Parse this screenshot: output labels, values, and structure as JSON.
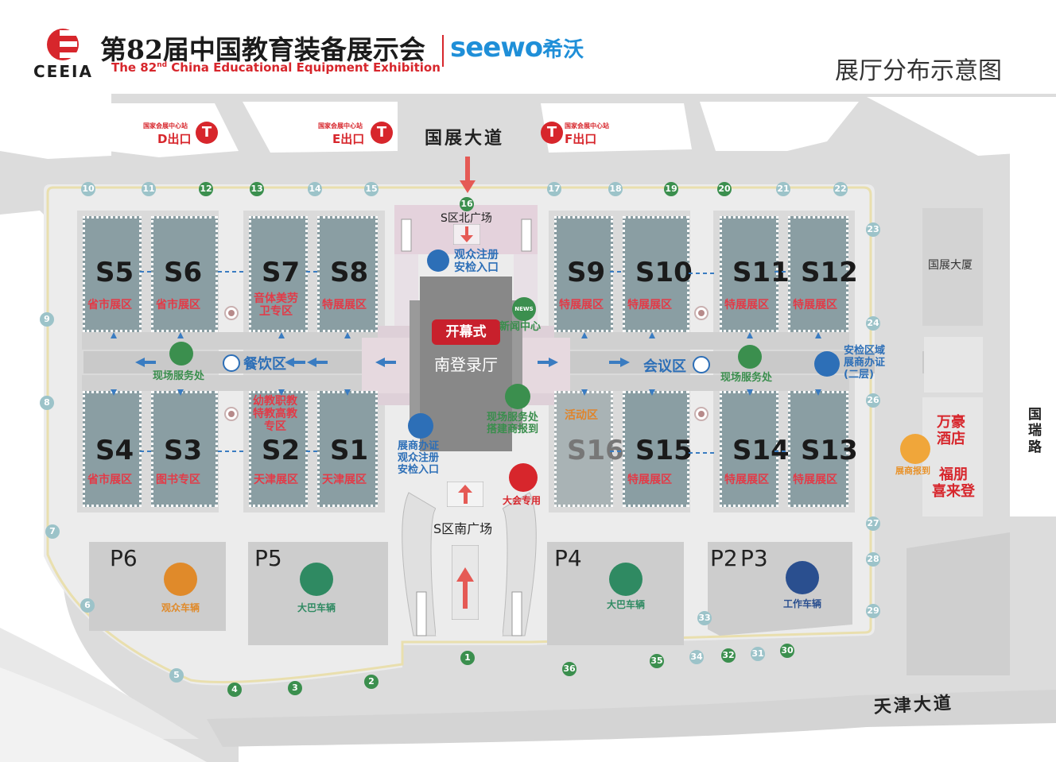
{
  "header": {
    "logo_text": "CEEIA",
    "title_cn": "第82届中国教育装备展示会",
    "title_en_prefix": "The 82",
    "title_en_sup": "nd",
    "title_en_suffix": " China Educational Equipment Exhibition",
    "sponsor_en": "seewo",
    "sponsor_cn": "希沃",
    "map_title": "展厅分布示意图"
  },
  "roads": {
    "north": "国展大道",
    "south": "天津大道",
    "east": "国瑞路"
  },
  "metro_exits": [
    {
      "top": "国家会展中心站",
      "exit": "D出口"
    },
    {
      "top": "国家会展中心站",
      "exit": "E出口"
    },
    {
      "top": "国家会展中心站",
      "exit": "F出口"
    }
  ],
  "halls": [
    {
      "code": "S5",
      "label": "省市展区"
    },
    {
      "code": "S6",
      "label": "省市展区"
    },
    {
      "code": "S7",
      "label": "音体美劳\n卫专区"
    },
    {
      "code": "S8",
      "label": "特展展区"
    },
    {
      "code": "S9",
      "label": "特展展区"
    },
    {
      "code": "S10",
      "label": "特展展区"
    },
    {
      "code": "S11",
      "label": "特展展区"
    },
    {
      "code": "S12",
      "label": "特展展区"
    },
    {
      "code": "S4",
      "label": "省市展区"
    },
    {
      "code": "S3",
      "label": "图书专区"
    },
    {
      "code": "S2",
      "label": "天津展区"
    },
    {
      "code": "S1",
      "label": "天津展区"
    },
    {
      "code": "S16",
      "label": ""
    },
    {
      "code": "S15",
      "label": "特展展区"
    },
    {
      "code": "S14",
      "label": "特展展区"
    },
    {
      "code": "S13",
      "label": "特展展区"
    }
  ],
  "labels": {
    "s2_top": "幼教职教\n特教高教\n专区",
    "s16_top": "活动区",
    "north_plaza": "S区北广场",
    "south_plaza": "S区南广场",
    "lobby": "南登录厅",
    "opening": "开幕式",
    "news": "新闻中心",
    "news_badge": "NEWS",
    "visitor_entry": "观众注册\n安检入口",
    "exhibitor_entry": "展商办证\n观众注册\n安检入口",
    "service_left": "现场服务处",
    "service_center": "现场服务处\n搭建商报到",
    "service_right": "现场服务处",
    "dining": "餐饮区",
    "meeting": "会议区",
    "security_area": "安检区域\n展商办证\n(二层)",
    "vip": "大会专用",
    "exhibitor_report": "展商报到",
    "tower": "国展大厦",
    "hotel1": "万豪\n酒店",
    "hotel2": "福朋\n喜来登"
  },
  "parking": [
    {
      "code": "P6",
      "vehicle": "观众车辆",
      "color": "#e08a2a"
    },
    {
      "code": "P5",
      "vehicle": "大巴车辆",
      "color": "#2f8a62"
    },
    {
      "code": "P4",
      "vehicle": "大巴车辆",
      "color": "#2f8a62"
    },
    {
      "code": "P2",
      "vehicle": "",
      "color": ""
    },
    {
      "code": "P3",
      "vehicle": "工作车辆",
      "color": "#2a4f8f"
    }
  ],
  "gates": [
    {
      "n": "1",
      "green": true
    },
    {
      "n": "2",
      "green": true
    },
    {
      "n": "3",
      "green": true
    },
    {
      "n": "4",
      "green": true
    },
    {
      "n": "5",
      "green": false
    },
    {
      "n": "6",
      "green": false
    },
    {
      "n": "7",
      "green": false
    },
    {
      "n": "8",
      "green": false
    },
    {
      "n": "9",
      "green": false
    },
    {
      "n": "10",
      "green": false
    },
    {
      "n": "11",
      "green": false
    },
    {
      "n": "12",
      "green": true
    },
    {
      "n": "13",
      "green": true
    },
    {
      "n": "14",
      "green": false
    },
    {
      "n": "15",
      "green": false
    },
    {
      "n": "16",
      "green": true
    },
    {
      "n": "17",
      "green": false
    },
    {
      "n": "18",
      "green": false
    },
    {
      "n": "19",
      "green": true
    },
    {
      "n": "20",
      "green": true
    },
    {
      "n": "21",
      "green": false
    },
    {
      "n": "22",
      "green": false
    },
    {
      "n": "23",
      "green": false
    },
    {
      "n": "24",
      "green": false
    },
    {
      "n": "26",
      "green": false
    },
    {
      "n": "27",
      "green": false
    },
    {
      "n": "28",
      "green": false
    },
    {
      "n": "29",
      "green": false
    },
    {
      "n": "30",
      "green": true
    },
    {
      "n": "31",
      "green": false
    },
    {
      "n": "32",
      "green": true
    },
    {
      "n": "33",
      "green": false
    },
    {
      "n": "34",
      "green": false
    },
    {
      "n": "35",
      "green": true
    },
    {
      "n": "36",
      "green": true
    }
  ],
  "colors": {
    "hall": "#8a9ea3",
    "hall_label": "#e23b48",
    "road": "#d4d4d4",
    "green": "#3b8f4e",
    "blue": "#2d6fb7",
    "red": "#d7262c"
  }
}
